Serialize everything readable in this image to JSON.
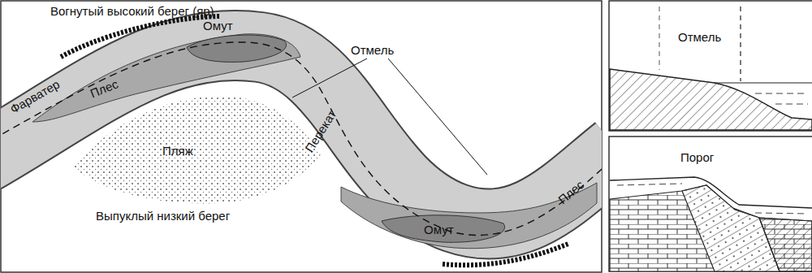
{
  "diagram": {
    "labels": [
      "Вогнутый высокий берег (яр)",
      "Омут",
      "Отмель",
      "Фарватер",
      "Плес",
      "Пляж",
      "Перекат",
      "Омут",
      "Плес",
      "Выпуклый низкий берег",
      "Отмель",
      "Порог"
    ]
  }
}
